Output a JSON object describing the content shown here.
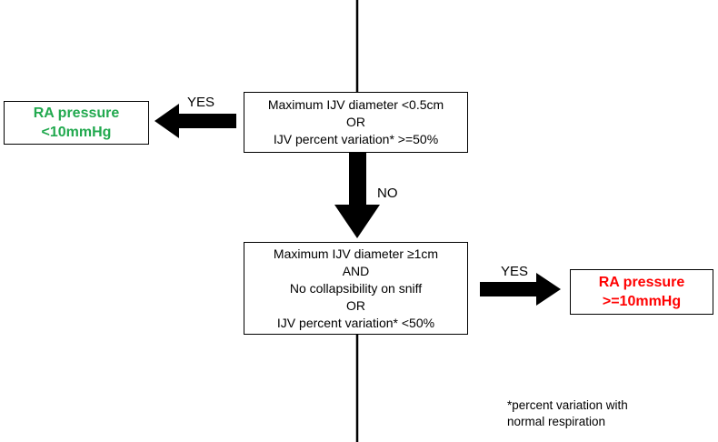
{
  "box_top": {
    "lines": [
      "Maximum IJV diameter <0.5cm",
      "OR",
      "IJV percent variation* >=50%"
    ]
  },
  "box_bottom": {
    "lines": [
      "Maximum IJV diameter ≥1cm",
      "AND",
      "No collapsibility on sniff",
      "OR",
      "IJV percent variation* <50%"
    ]
  },
  "result_low": {
    "lines": [
      "RA pressure",
      "<10mmHg"
    ],
    "color": "#22a94f"
  },
  "result_high": {
    "lines": [
      "RA pressure",
      ">=10mmHg"
    ],
    "color": "#ff0000"
  },
  "arrow_labels": {
    "yes_left": "YES",
    "no_down": "NO",
    "yes_right": "YES"
  },
  "footnote": {
    "lines": [
      "*percent variation with",
      "normal respiration"
    ]
  }
}
